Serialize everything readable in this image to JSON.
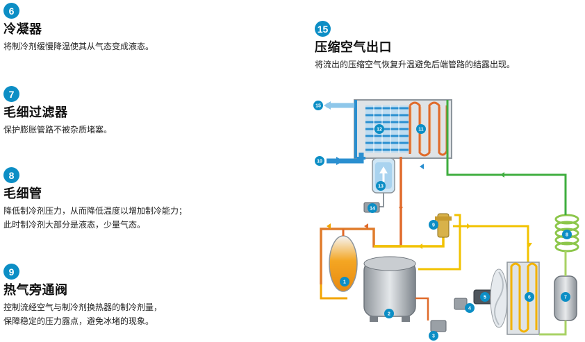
{
  "items": [
    {
      "num": "6",
      "title": "冷凝器",
      "desc": [
        "将制冷剂缓慢降温使其从气态变成液态。"
      ]
    },
    {
      "num": "7",
      "title": "毛细过滤器",
      "desc": [
        "保护膨胀管路不被杂质堵塞。"
      ]
    },
    {
      "num": "8",
      "title": "毛细管",
      "desc": [
        "降低制冷剂压力，从而降低温度以增加制冷能力；",
        "此时制冷剂大部分是液态，少量气态。"
      ]
    },
    {
      "num": "9",
      "title": "热气旁通阀",
      "desc": [
        "控制流经空气与制冷剂换热器的制冷剂量，",
        "保障稳定的压力露点，避免冰堵的现象。"
      ]
    },
    {
      "num": "15",
      "title": "压缩空气出口",
      "desc": [
        "将流出的压缩空气恢复升温避免后端管路的结露出现。"
      ]
    }
  ],
  "diagram": {
    "labels": [
      "1",
      "2",
      "3",
      "4",
      "5",
      "6",
      "7",
      "8",
      "9",
      "10",
      "11",
      "12",
      "13",
      "14",
      "15"
    ]
  },
  "colors": {
    "badge": "#0c8ec5",
    "compressed_air": "#2a8fd0",
    "hot_gas": "#e07b2a",
    "liquid": "#f2c200",
    "cold_return": "#3fae3f"
  }
}
